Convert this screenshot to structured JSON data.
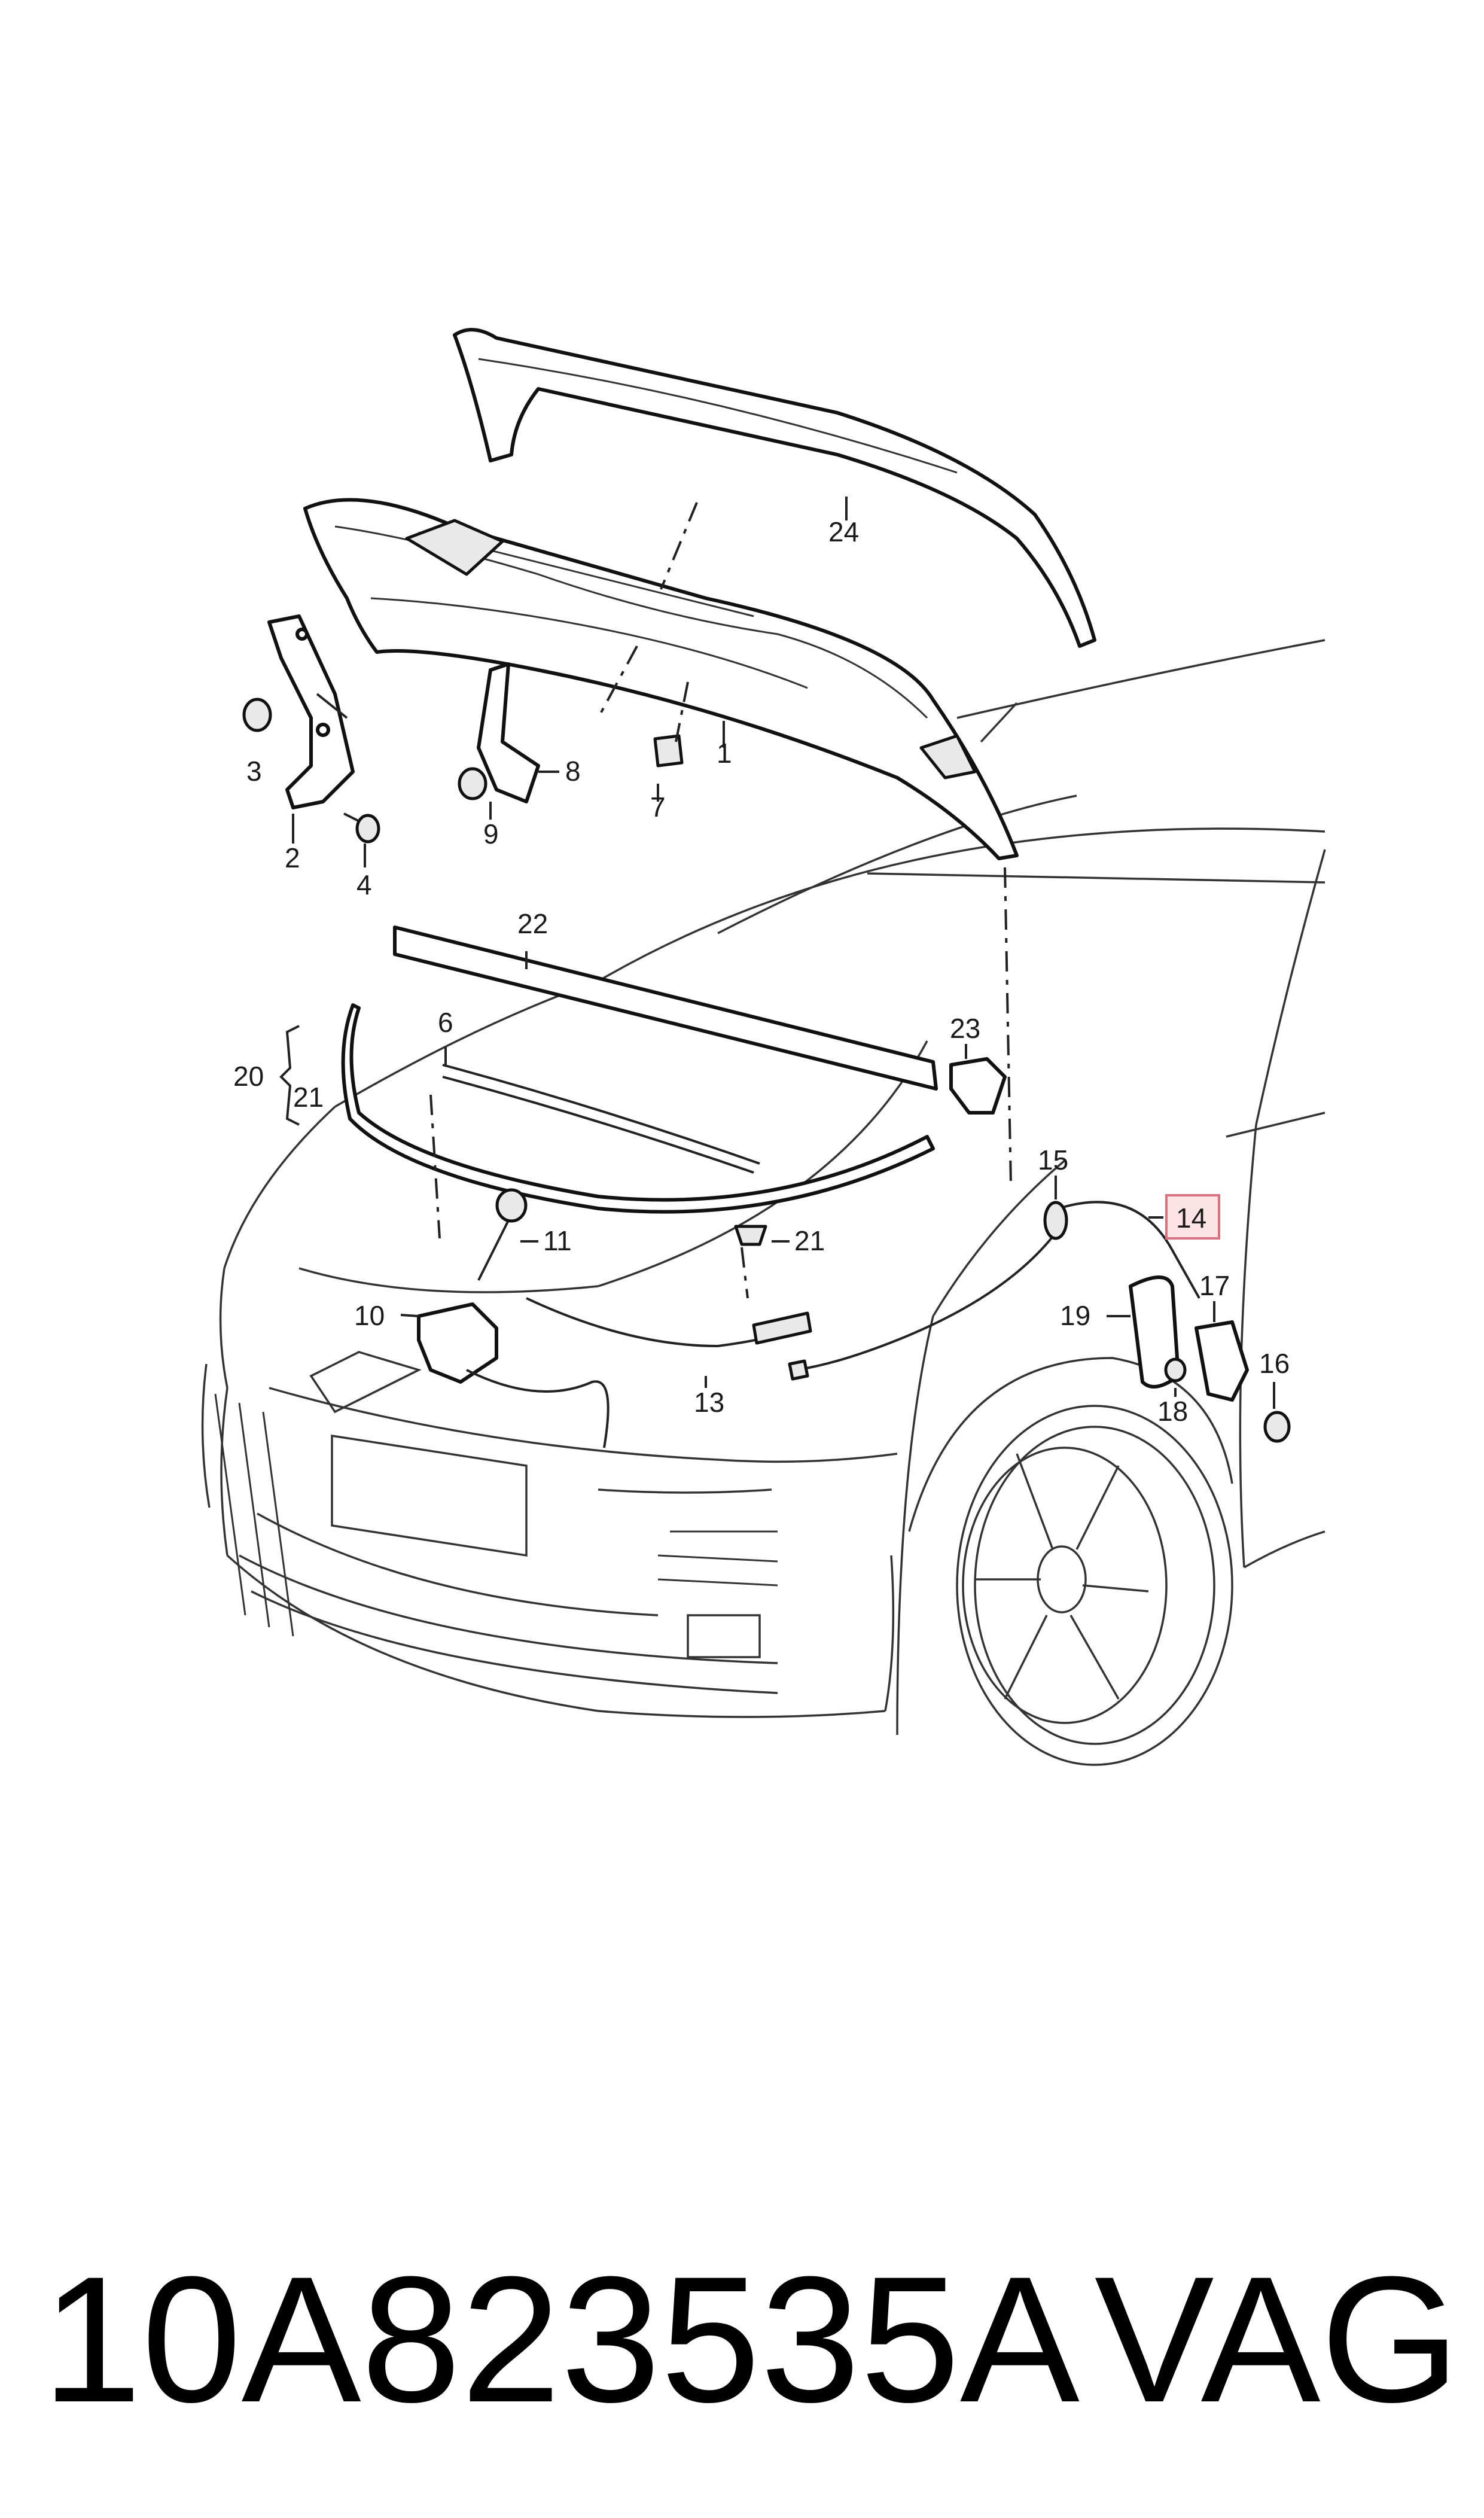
{
  "footer": {
    "part_number": "10A823535A",
    "brand": "VAG"
  },
  "callouts": {
    "c1": "1",
    "c2": "2",
    "c3": "3",
    "c4": "4",
    "c6": "6",
    "c7": "7",
    "c8": "8",
    "c9": "9",
    "c10": "10",
    "c11": "11",
    "c13": "13",
    "c14": "14",
    "c15": "15",
    "c16": "16",
    "c17": "17",
    "c18": "18",
    "c19": "19",
    "c20": "20",
    "c21a": "21",
    "c21b": "21",
    "c22": "22",
    "c23": "23",
    "c24": "24"
  },
  "highlight": {
    "callout": "14",
    "color": "#e0707e"
  }
}
